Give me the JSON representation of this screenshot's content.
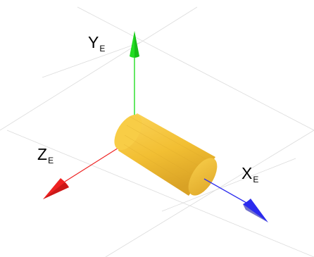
{
  "labels": {
    "y": {
      "main": "Y",
      "sub": "E"
    },
    "z": {
      "main": "Z",
      "sub": "E"
    },
    "x": {
      "main": "X",
      "sub": "E"
    }
  },
  "colors": {
    "y_axis": "#22dd22",
    "x_axis": "#2a2aee",
    "z_axis": "#ee2222",
    "cylinder": "#f2c43a",
    "cylinder_shade": "#c9951f",
    "grid": "#d9d9d9"
  }
}
